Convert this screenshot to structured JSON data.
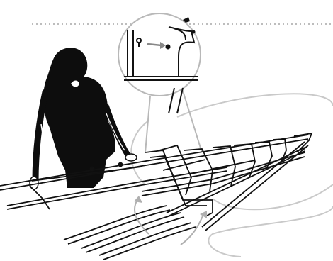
{
  "illustration": {
    "subject": "",
    "colors": {
      "ink": "#111111",
      "paper": "#ffffff",
      "callout": "#b8b8b8",
      "dots": "#bdbdbd",
      "figure": "#0d0d0d"
    },
    "icons": [
      "person-figure",
      "kayak-frame",
      "detail-callout",
      "arrow"
    ]
  }
}
